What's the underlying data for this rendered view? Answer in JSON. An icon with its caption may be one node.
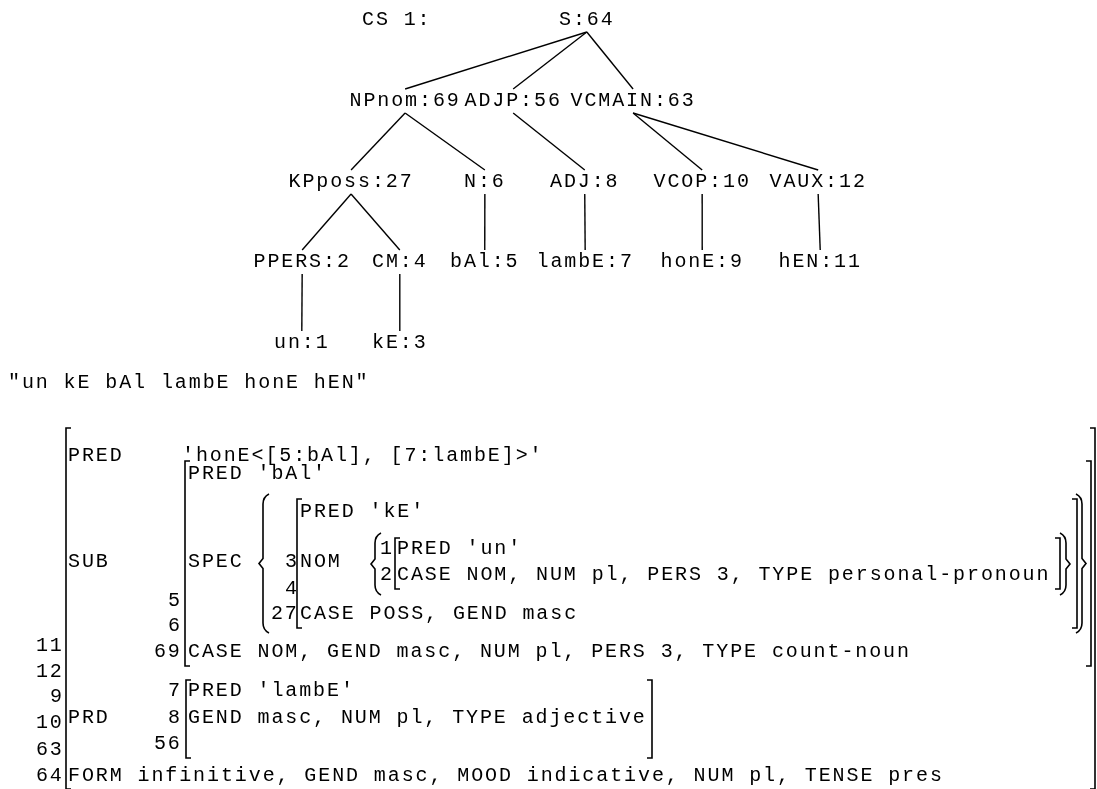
{
  "diagram": {
    "nodes": [
      {
        "text": [
          "S:64"
        ]
      },
      {
        "text": [
          "NPnom:69"
        ]
      },
      {
        "text": [
          "ADJP:56"
        ]
      },
      {
        "text": [
          "VCMAIN:63"
        ]
      },
      {
        "text": [
          "KPposs:27"
        ]
      },
      {
        "text": [
          "N:6"
        ]
      },
      {
        "text": [
          "ADJ:8"
        ]
      },
      {
        "text": [
          "VCOP:10"
        ]
      },
      {
        "text": [
          "VAUX:12"
        ]
      },
      {
        "text": [
          "PPERS:2"
        ]
      },
      {
        "text": [
          "CM:4"
        ]
      },
      {
        "text": [
          "bAl:5"
        ]
      },
      {
        "text": [
          "lambE:7"
        ]
      },
      {
        "text": [
          "honE:9"
        ]
      },
      {
        "text": [
          "hEN:11"
        ]
      },
      {
        "text": [
          "un:1"
        ]
      },
      {
        "text": [
          "kE:3"
        ]
      }
    ],
    "edges": [
      {
        "from": 0,
        "to": 1,
        "arrow": "none"
      },
      {
        "from": 0,
        "to": 2,
        "arrow": "none"
      },
      {
        "from": 0,
        "to": 3,
        "arrow": "none"
      },
      {
        "from": 1,
        "to": 4,
        "arrow": "none"
      },
      {
        "from": 1,
        "to": 5,
        "arrow": "none"
      },
      {
        "from": 2,
        "to": 6,
        "arrow": "none"
      },
      {
        "from": 3,
        "to": 7,
        "arrow": "none"
      },
      {
        "from": 3,
        "to": 8,
        "arrow": "none"
      },
      {
        "from": 4,
        "to": 9,
        "arrow": "none"
      },
      {
        "from": 4,
        "to": 10,
        "arrow": "none"
      },
      {
        "from": 5,
        "to": 11,
        "arrow": "none"
      },
      {
        "from": 6,
        "to": 12,
        "arrow": "none"
      },
      {
        "from": 7,
        "to": 13,
        "arrow": "none"
      },
      {
        "from": 8,
        "to": 14,
        "arrow": "none"
      },
      {
        "from": 9,
        "to": 15,
        "arrow": "none"
      },
      {
        "from": 10,
        "to": 16,
        "arrow": "none"
      }
    ],
    "labels": [
      "CS 1:",
      "\"un kE bAl lambE honE hEN\"",
      "PRED",
      "'honE<[5:bAl], [7:lambE]>'",
      "PRED 'bAl'",
      "SUB",
      "SPEC",
      "PRED 'kE'",
      "3",
      "NOM",
      "1",
      "PRED 'un'",
      "2",
      "CASE NOM, NUM pl, PERS 3, TYPE personal-pronoun",
      "4",
      "5",
      "27",
      "CASE POSS, GEND masc",
      "6",
      "11",
      "69",
      "CASE NOM, GEND masc, NUM pl, PERS 3, TYPE count-noun",
      "12",
      "7",
      "PRED 'lambE'",
      "9",
      "PRD",
      "8",
      "GEND masc, NUM pl, TYPE adjective",
      "10",
      "63",
      "56",
      "64",
      "FORM infinitive, GEND masc, MOOD indicative, NUM pl, TENSE pres"
    ]
  }
}
